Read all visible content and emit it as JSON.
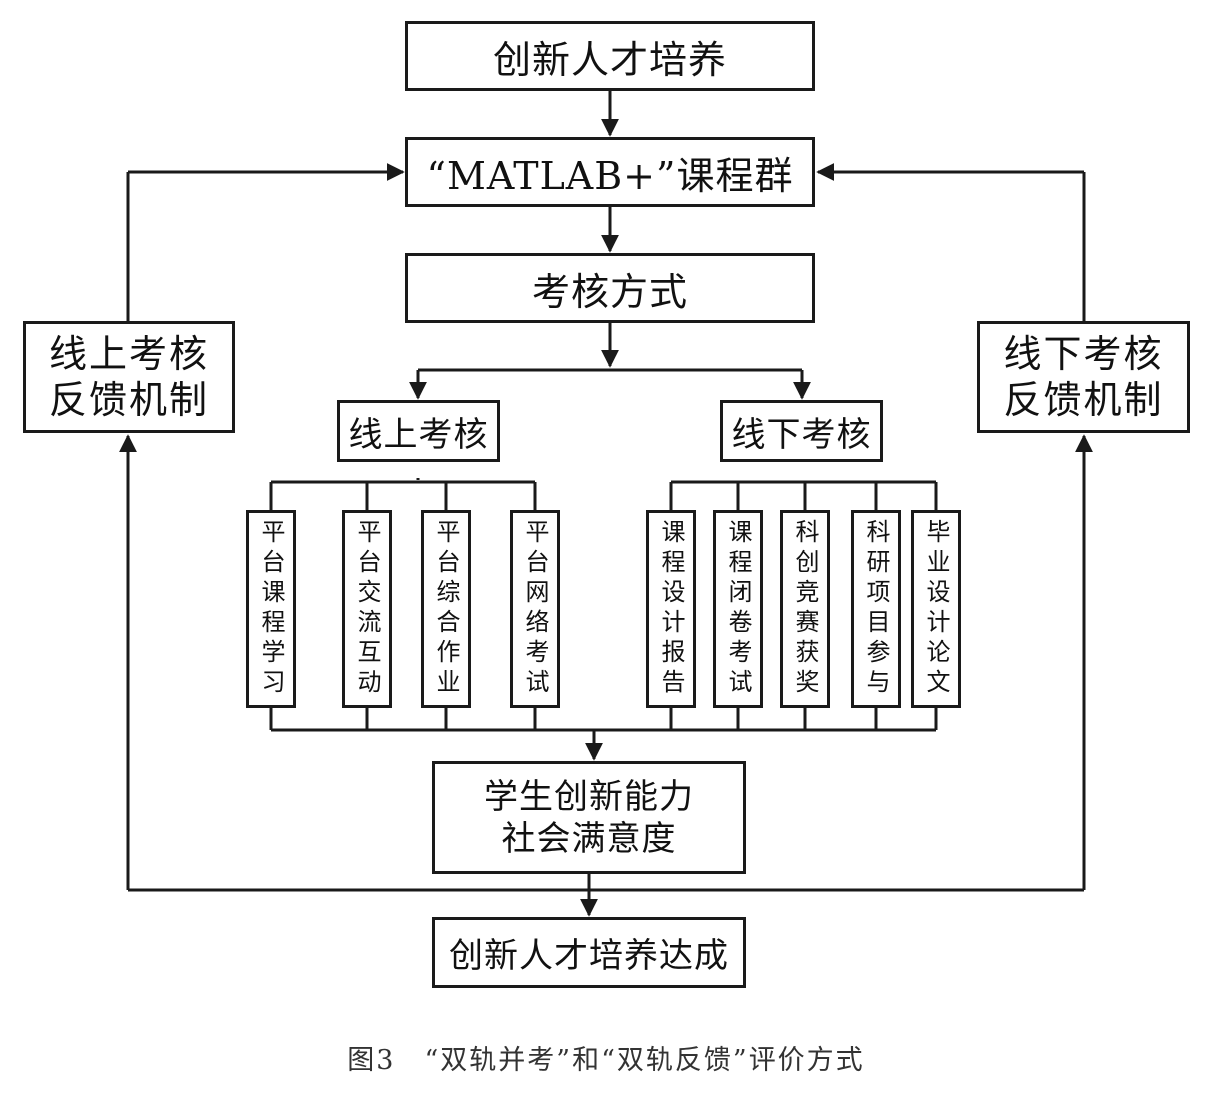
{
  "nodes": {
    "goal": "创新人才培养",
    "course_group": "“MATLAB+”课程群",
    "assessment": "考核方式",
    "online_feedback": [
      "线上考核",
      "反馈机制"
    ],
    "offline_feedback": [
      "线下考核",
      "反馈机制"
    ],
    "online": "线上考核",
    "offline": "线下考核",
    "online_items": [
      "平台课程学习",
      "平台交流互动",
      "平台综合作业",
      "平台网络考试"
    ],
    "offline_items": [
      "课程设计报告",
      "课程闭卷考试",
      "科创竞赛获奖",
      "科研项目参与",
      "毕业设计论文"
    ],
    "outcome": [
      "学生创新能力",
      "社会满意度"
    ],
    "result": "创新人才培养达成"
  },
  "caption": "图3　“双轨并考”和“双轨反馈”评价方式",
  "colors": {
    "line": "#1a1a1a",
    "caption": "#333333"
  }
}
